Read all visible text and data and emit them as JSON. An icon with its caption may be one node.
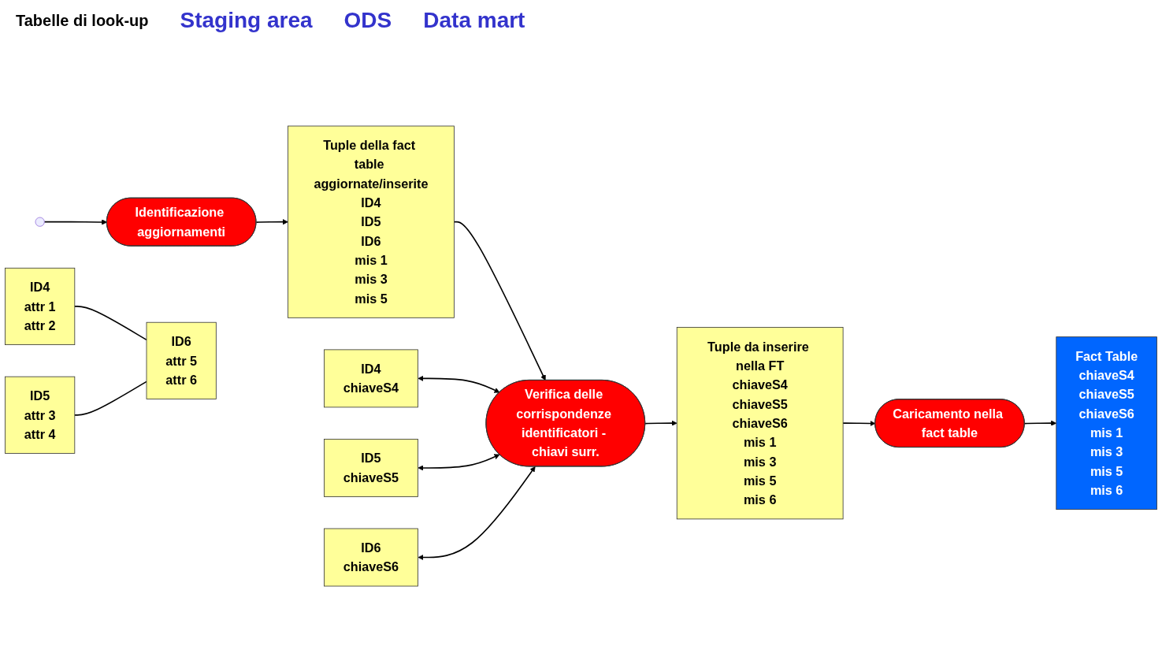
{
  "diagram": {
    "nodes": [
      {
        "text": [
          "Identificazione aggiornamenti"
        ]
      },
      {
        "text": [
          "Tuple della fact table aggiornate/inserite",
          "ID4",
          "ID5",
          "ID6",
          "mis 1",
          "mis 3",
          "mis 5"
        ]
      },
      {
        "text": [
          "ID4",
          "chiaveS4"
        ]
      },
      {
        "text": [
          "ID5",
          "chiaveS5"
        ]
      },
      {
        "text": [
          "ID6",
          "chiaveS6"
        ]
      },
      {
        "text": [
          "Verifica delle corrispondenze identificatori - chiavi surr."
        ]
      },
      {
        "text": [
          "Tuple da inserire nella FT",
          "chiaveS4",
          "chiaveS5",
          "chiaveS6",
          "mis 1",
          "mis 3",
          "mis 5",
          "mis 6"
        ]
      },
      {
        "text": [
          "Caricamento nella fact table"
        ]
      },
      {
        "text": [
          "Fact Table",
          "chiaveS4",
          "chiaveS5",
          "chiaveS6",
          "mis 1",
          "mis 3",
          "mis 5",
          "mis 6"
        ]
      },
      {
        "text": [
          "ID4",
          "attr 1",
          "attr 2"
        ]
      },
      {
        "text": [
          "ID6",
          "attr 5",
          "attr 6"
        ]
      },
      {
        "text": [
          "ID5",
          "attr 3",
          "attr 4"
        ]
      }
    ],
    "edges": [
      {
        "from": null,
        "to": 0,
        "arrow": "to"
      },
      {
        "from": 0,
        "to": 1,
        "arrow": "to"
      },
      {
        "from": 1,
        "to": 5,
        "arrow": "to"
      },
      {
        "from": 2,
        "to": 5,
        "arrow": "both"
      },
      {
        "from": 3,
        "to": 5,
        "arrow": "both"
      },
      {
        "from": 4,
        "to": 5,
        "arrow": "both"
      },
      {
        "from": 5,
        "to": 6,
        "arrow": "to"
      },
      {
        "from": 6,
        "to": 7,
        "arrow": "to"
      },
      {
        "from": 7,
        "to": 8,
        "arrow": "to"
      },
      {
        "from": 9,
        "to": 10,
        "arrow": "none"
      },
      {
        "from": 11,
        "to": 10,
        "arrow": "none"
      }
    ],
    "labels": [
      "Tabelle di look-up",
      "Staging area",
      "ODS",
      "Data mart"
    ]
  }
}
